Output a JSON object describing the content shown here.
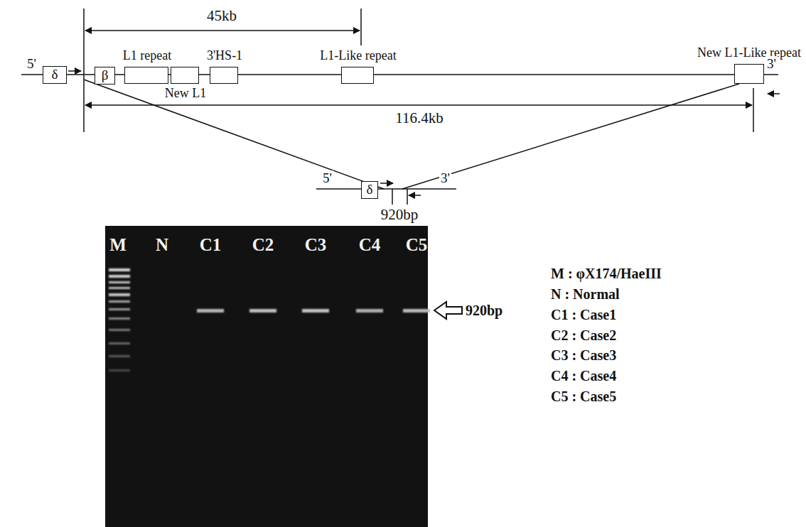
{
  "diagram": {
    "nodes": [
      {
        "text": [
          "δ"
        ]
      },
      {
        "text": [
          "β"
        ]
      },
      {
        "text": [
          "L1 repeat"
        ]
      },
      {
        "text": [
          "New L1"
        ]
      },
      {
        "text": [
          "3'HS-1"
        ]
      },
      {
        "text": [
          "L1-Like repeat"
        ]
      },
      {
        "text": [
          "New L1-Like repeat"
        ]
      },
      {
        "text": [
          "δ"
        ]
      }
    ],
    "labels": [
      "5'",
      "3'",
      "45kb",
      "116.4kb",
      "5'",
      "3'",
      "920bp",
      "M",
      "N",
      "C1",
      "C2",
      "C3",
      "C4",
      "C5",
      "920bp",
      "M : φX174/HaeIII",
      "N : Normal",
      "C1 : Case1",
      "C2 : Case2",
      "C3 : Case3",
      "C4 : Case4",
      "C5 : Case5"
    ]
  }
}
